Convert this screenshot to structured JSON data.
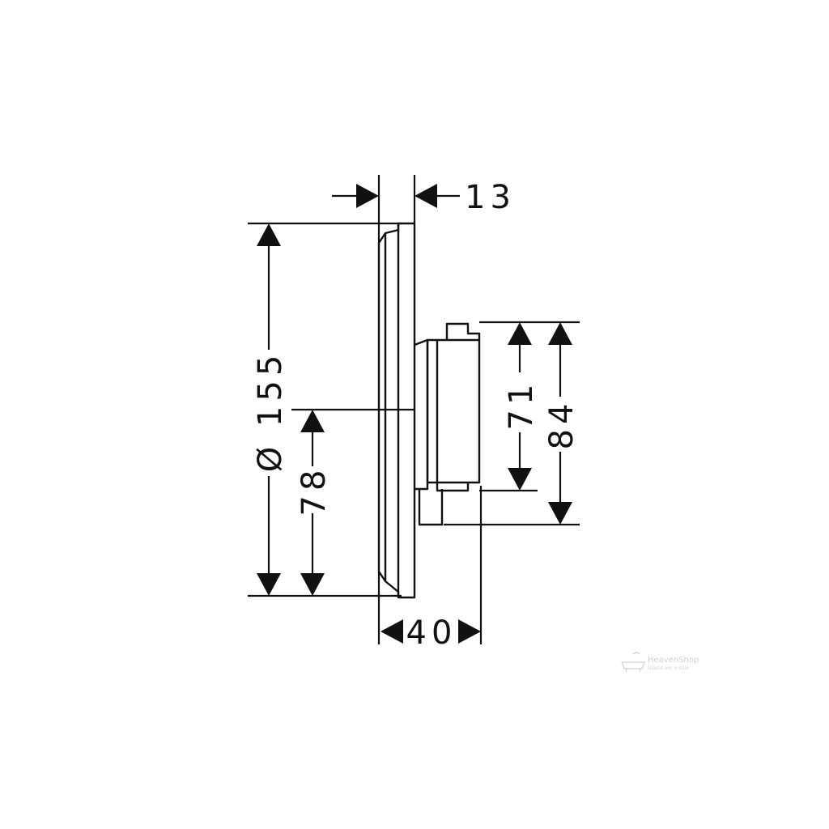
{
  "dimensions": {
    "top_offset": "13",
    "diameter": "Ø 155",
    "center_height": "78",
    "depth": "40",
    "body_height": "71",
    "overall_height": "84"
  },
  "watermark": {
    "name": "HeavenShop",
    "tagline": "lepsze uło o mile"
  },
  "colors": {
    "ink": "#111111",
    "watermark": "#d0d0d0"
  }
}
